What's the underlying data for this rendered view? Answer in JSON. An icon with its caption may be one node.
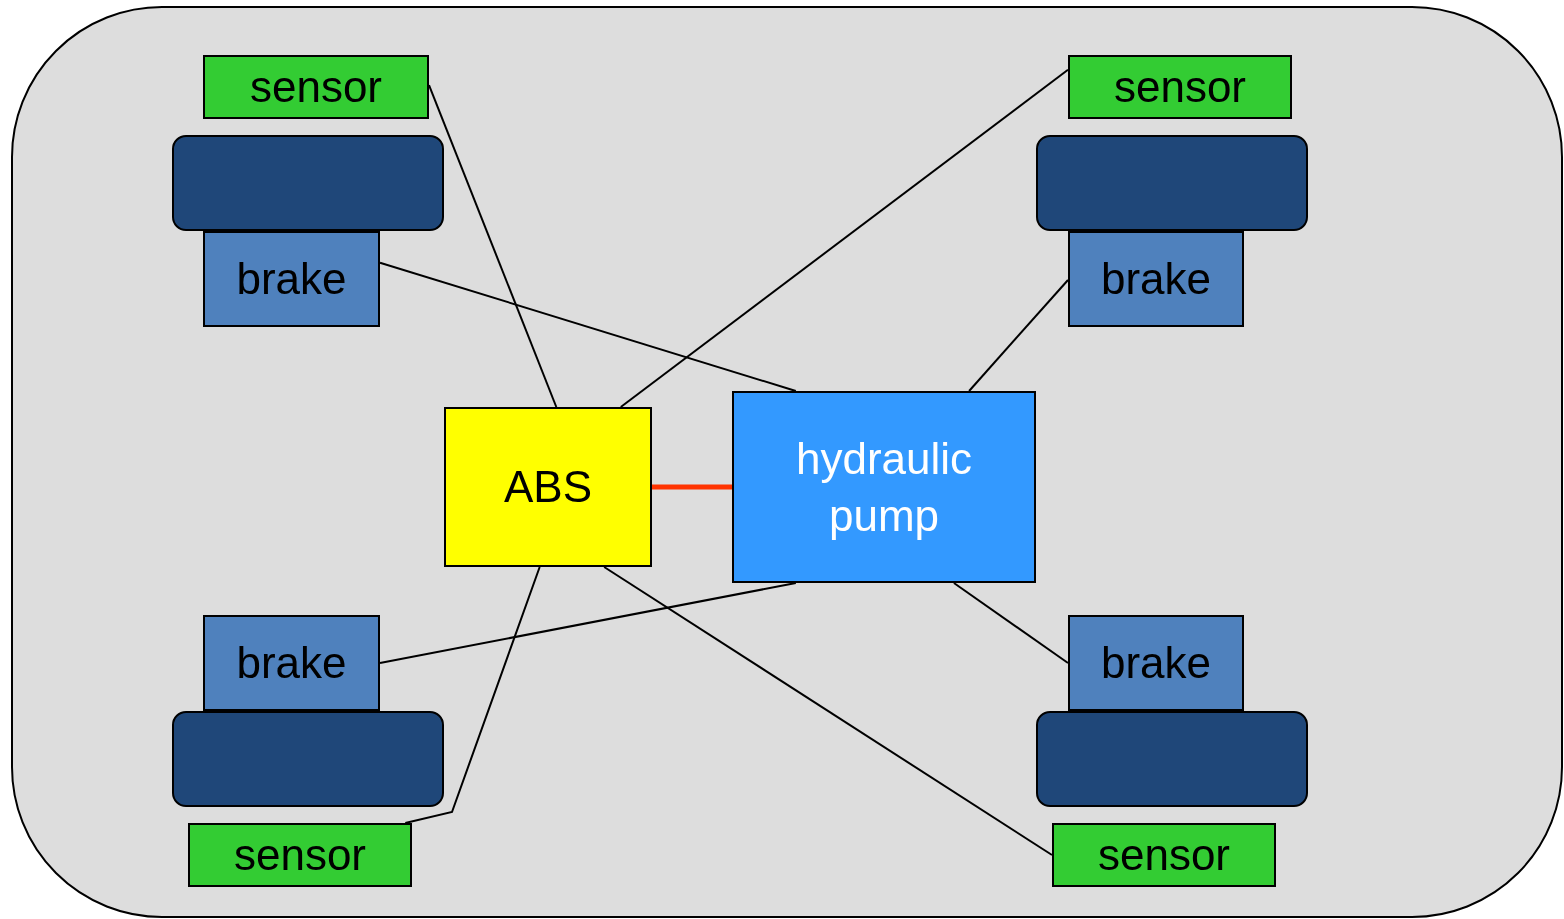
{
  "diagram": {
    "nodes": [
      {
        "text": [
          "sensor"
        ]
      },
      {
        "text": [
          "sensor"
        ]
      },
      {
        "text": [],
        "shape": "box"
      },
      {
        "text": [],
        "shape": "box"
      },
      {
        "text": [
          "brake"
        ]
      },
      {
        "text": [
          "brake"
        ]
      },
      {
        "text": [
          "ABS"
        ]
      },
      {
        "text": [
          "hydraulic pump"
        ]
      },
      {
        "text": [
          "brake"
        ]
      },
      {
        "text": [
          "brake"
        ]
      },
      {
        "text": [],
        "shape": "box"
      },
      {
        "text": [],
        "shape": "box"
      },
      {
        "text": [
          "sensor"
        ]
      },
      {
        "text": [
          "sensor"
        ]
      }
    ],
    "edges": [
      {
        "from": 0,
        "to": 6,
        "arrow": "none"
      },
      {
        "from": 1,
        "to": 6,
        "arrow": "none"
      },
      {
        "from": 4,
        "to": 7,
        "arrow": "none"
      },
      {
        "from": 5,
        "to": 7,
        "arrow": "none"
      },
      {
        "from": 6,
        "to": 7,
        "arrow": "none",
        "style": "thick",
        "color": "#ff3300"
      },
      {
        "from": 8,
        "to": 7,
        "arrow": "none"
      },
      {
        "from": 6,
        "to": 12,
        "arrow": "none"
      },
      {
        "from": 6,
        "to": 13,
        "arrow": "none"
      },
      {
        "from": 7,
        "to": 9,
        "arrow": "none"
      }
    ]
  }
}
